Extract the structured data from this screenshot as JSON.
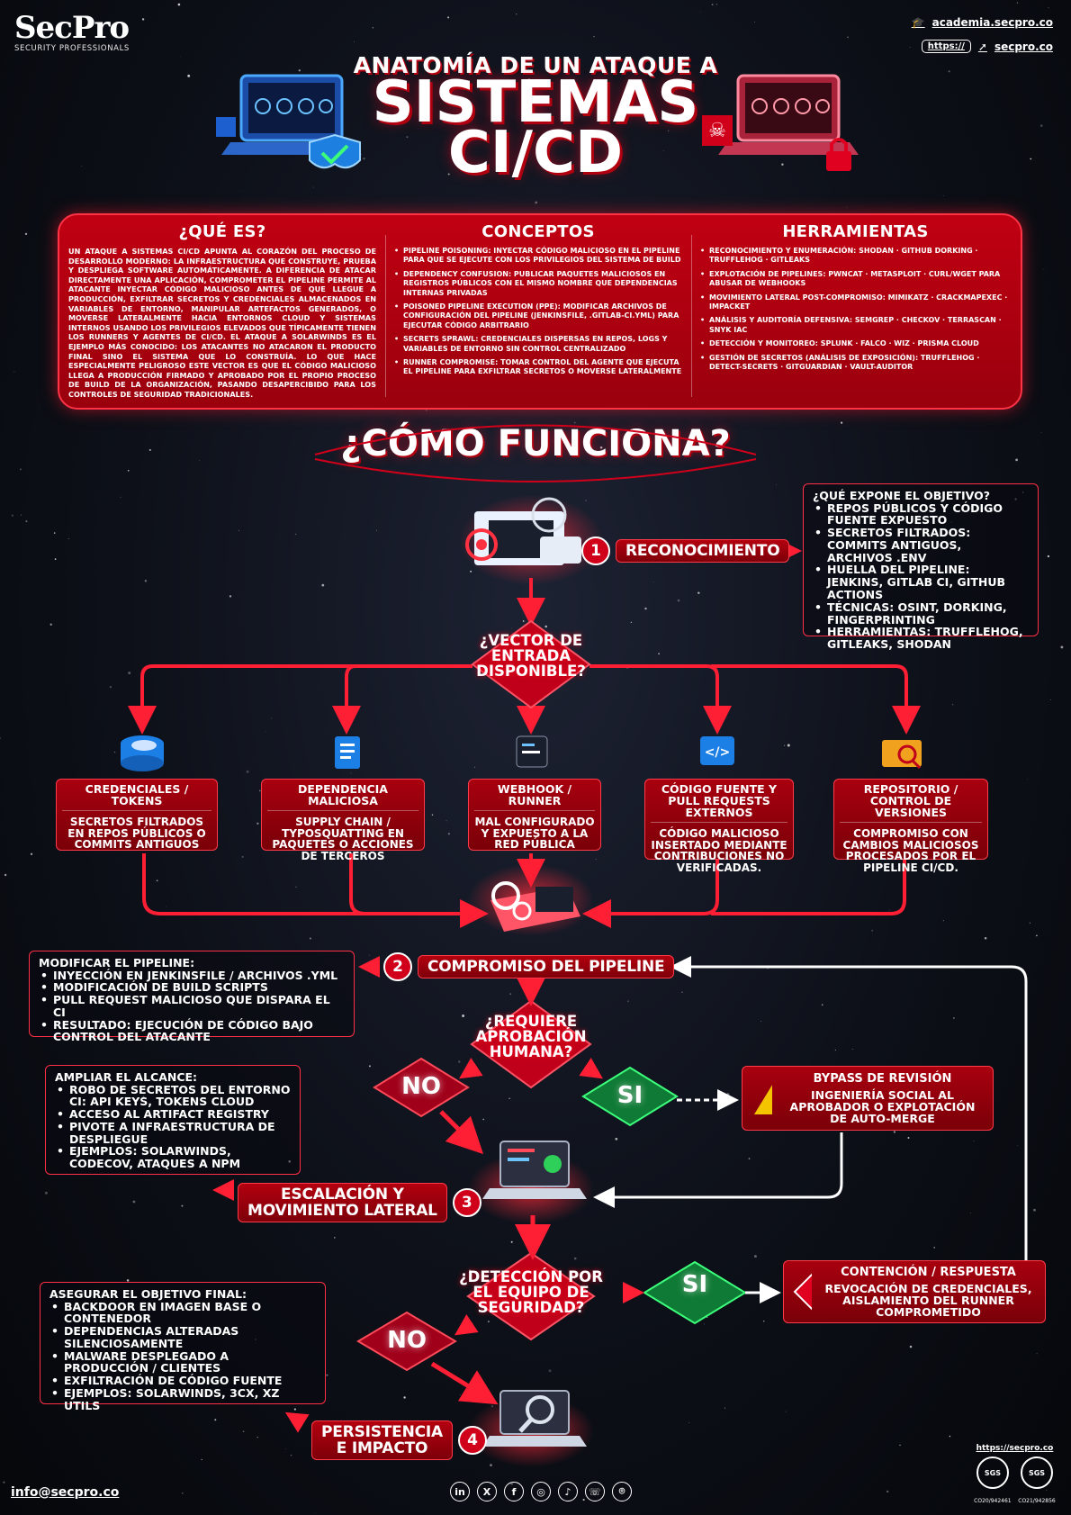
{
  "brand": {
    "logo": "SecPro",
    "tagline": "SECURITY PROFESSIONALS",
    "academia": "academia.secpro.co",
    "url_prefix": "https://",
    "site": "secpro.co"
  },
  "title": {
    "line1": "ANATOMÍA DE UN ATAQUE A",
    "line2": "SISTEMAS",
    "line3": "CI/CD"
  },
  "info": {
    "que_es": {
      "heading": "¿QUÉ ES?",
      "text": "Un ataque a sistemas CI/CD apunta al corazón del proceso de desarrollo moderno: la infraestructura que construye, prueba y despliega software automáticamente. A diferencia de atacar directamente una aplicación, comprometer el pipeline permite al atacante inyectar código malicioso antes de que llegue a producción, exfiltrar secretos y credenciales almacenados en variables de entorno, manipular artefactos generados, o moverse lateralmente hacia entornos cloud y sistemas internos usando los privilegios elevados que típicamente tienen los runners y agentes de CI/CD. El ataque a SolarWinds es el ejemplo más conocido: los atacantes no atacaron el producto final sino el sistema que lo construía. Lo que hace especialmente peligroso este vector es que el código malicioso llega a producción firmado y aprobado por el propio proceso de build de la organización, pasando desapercibido para los controles de seguridad tradicionales."
    },
    "conceptos": {
      "heading": "CONCEPTOS",
      "items": [
        "Pipeline Poisoning: Inyectar código malicioso en el pipeline para que se ejecute con los privilegios del sistema de build",
        "Dependency Confusion: Publicar paquetes maliciosos en registros públicos con el mismo nombre que dependencias internas privadas",
        "Poisoned Pipeline Execution (PPE): Modificar archivos de configuración del pipeline (Jenkinsfile, .gitlab-ci.yml) para ejecutar código arbitrario",
        "Secrets Sprawl: Credenciales dispersas en repos, logs y variables de entorno sin control centralizado",
        "Runner Compromise: Tomar control del agente que ejecuta el pipeline para exfiltrar secretos o moverse lateralmente"
      ]
    },
    "herramientas": {
      "heading": "HERRAMIENTAS",
      "items": [
        "Reconocimiento y enumeración: Shodan · GitHub Dorking · TruffleHog · GitLeaks",
        "Explotación de pipelines: Pwncat · Metasploit · curl/wget para abusar de webhooks",
        "Movimiento lateral post-compromiso: Mimikatz · CrackMapExec · Impacket",
        "Análisis y auditoría defensiva: Semgrep · Checkov · Terrascan · Snyk IaC",
        "Detección y monitoreo: Splunk · Falco · Wiz · Prisma Cloud",
        "Gestión de secretos (análisis de exposición): TruffleHog · detect-secrets · GitGuardian · Vault-Auditor"
      ]
    }
  },
  "how_heading": "¿CÓMO FUNCIONA?",
  "steps": {
    "s1": {
      "num": "1",
      "label": "RECONOCIMIENTO"
    },
    "s2": {
      "num": "2",
      "label": "COMPROMISO DEL PIPELINE"
    },
    "s3": {
      "num": "3",
      "label_l1": "ESCALACIÓN Y",
      "label_l2": "MOVIMIENTO LATERAL"
    },
    "s4": {
      "num": "4",
      "label_l1": "PERSISTENCIA",
      "label_l2": "E IMPACTO"
    }
  },
  "recon_box": {
    "heading": "¿QUÉ EXPONE EL OBJETIVO?",
    "items": [
      "Repos públicos y código fuente expuesto",
      "Secretos filtrados: commits antiguos, archivos .env",
      "Huella del pipeline: Jenkins, GitLab CI, GitHub Actions",
      "Técnicas: OSINT, Dorking, Fingerprinting",
      "Herramientas: TruffleHog, GitLeaks, Shodan"
    ]
  },
  "decision_vector": {
    "l1": "¿VECTOR DE",
    "l2": "ENTRADA",
    "l3": "DISPONIBLE?"
  },
  "vectors": [
    {
      "title": "CREDENCIALES / TOKENS",
      "desc": "SECRETOS FILTRADOS EN REPOS PÚBLICOS O COMMITS ANTIGUOS",
      "icon": "database-icon"
    },
    {
      "title": "DEPENDENCIA MALICIOSA",
      "desc": "SUPPLY CHAIN / TYPOSQUATTING EN PAQUETES O ACCIONES DE TERCEROS",
      "icon": "document-icon"
    },
    {
      "title": "WEBHOOK / RUNNER",
      "desc": "MAL CONFIGURADO Y EXPUESTO A LA RED PÚBLICA",
      "icon": "terminal-icon"
    },
    {
      "title": "CÓDIGO FUENTE Y PULL REQUESTS EXTERNOS",
      "desc": "CÓDIGO MALICIOSO INSERTADO MEDIANTE CONTRIBUCIONES NO VERIFICADAS.",
      "icon": "code-icon"
    },
    {
      "title": "REPOSITORIO / CONTROL DE VERSIONES",
      "desc": "COMPROMISO CON CAMBIOS MALICIOSOS PROCESADOS POR EL PIPELINE CI/CD.",
      "icon": "folder-search-icon"
    }
  ],
  "pipeline_box": {
    "heading": "MODIFICAR EL PIPELINE:",
    "items": [
      "Inyección en Jenkinsfile / archivos .yml",
      "Modificación de build scripts",
      "Pull request malicioso que dispara el CI",
      "Resultado: ejecución de código bajo control del atacante"
    ]
  },
  "decision_approval": {
    "l1": "¿REQUIERE",
    "l2": "APROBACIÓN",
    "l3": "HUMANA?"
  },
  "no_label": "NO",
  "si_label": "SI",
  "bypass": {
    "title": "BYPASS DE REVISIÓN",
    "desc": "INGENIERÍA SOCIAL AL APROBADOR O EXPLOTACIÓN DE AUTO-MERGE"
  },
  "lateral_box": {
    "heading": "AMPLIAR EL ALCANCE:",
    "items": [
      "Robo de secretos del entorno CI: API keys, tokens cloud",
      "Acceso al artifact registry",
      "Pivote a infraestructura de despliegue",
      "Ejemplos: SolarWinds, Codecov, ataques a npm"
    ]
  },
  "decision_detect": {
    "l1": "¿DETECCIÓN POR",
    "l2": "EL EQUIPO DE",
    "l3": "SEGURIDAD?"
  },
  "contain": {
    "title": "CONTENCIÓN / RESPUESTA",
    "desc": "REVOCACIÓN DE CREDENCIALES, AISLAMIENTO DEL RUNNER COMPROMETIDO"
  },
  "impact_box": {
    "heading": "ASEGURAR EL OBJETIVO FINAL:",
    "items": [
      "Backdoor en imagen base o contenedor",
      "Dependencias alteradas silenciosamente",
      "Malware desplegado a producción / clientes",
      "Exfiltración de código fuente",
      "Ejemplos: SolarWinds, 3CX, XZ Utils"
    ]
  },
  "footer": {
    "email": "info@secpro.co",
    "cert_url": "https://secpro.co",
    "seal1": "SGS",
    "seal1_cap": "CO20/942461",
    "seal2": "SGS",
    "seal2_cap": "CO21/942856",
    "socials": [
      "in",
      "X",
      "f",
      "◎",
      "♪",
      "☏",
      "⌾"
    ]
  },
  "colors": {
    "red": "#d0001a",
    "green": "#1fd15a",
    "panel": "#b3000f"
  }
}
